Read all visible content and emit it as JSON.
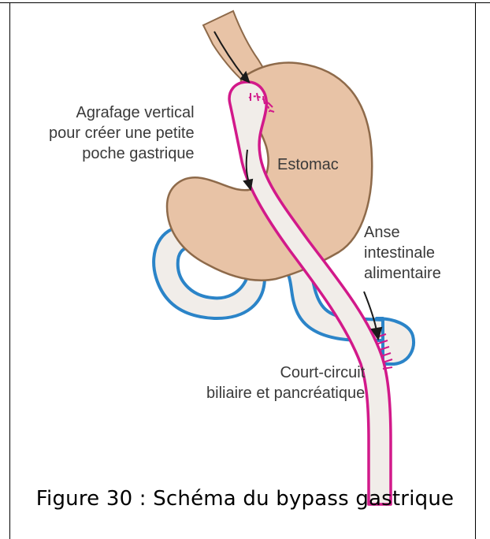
{
  "figure": {
    "labels": {
      "stapling": "Agrafage vertical\npour créer une petite\npoche gastrique",
      "stomach": "Estomac",
      "alimentary_limb": "Anse\nintestinale\nalimentaire",
      "bypass": "Court-circuit\nbiliaire et pancréatique"
    },
    "caption": "Figure 30 : Schéma du bypass gastrique"
  },
  "colors": {
    "stomach_fill": "#e8c3a6",
    "stomach_stroke": "#8e6a4a",
    "intestine_fill": "#f1ede9",
    "alimentary_stroke": "#d2198a",
    "biliary_stroke": "#2b84c8",
    "arrow": "#1a1a1a"
  }
}
